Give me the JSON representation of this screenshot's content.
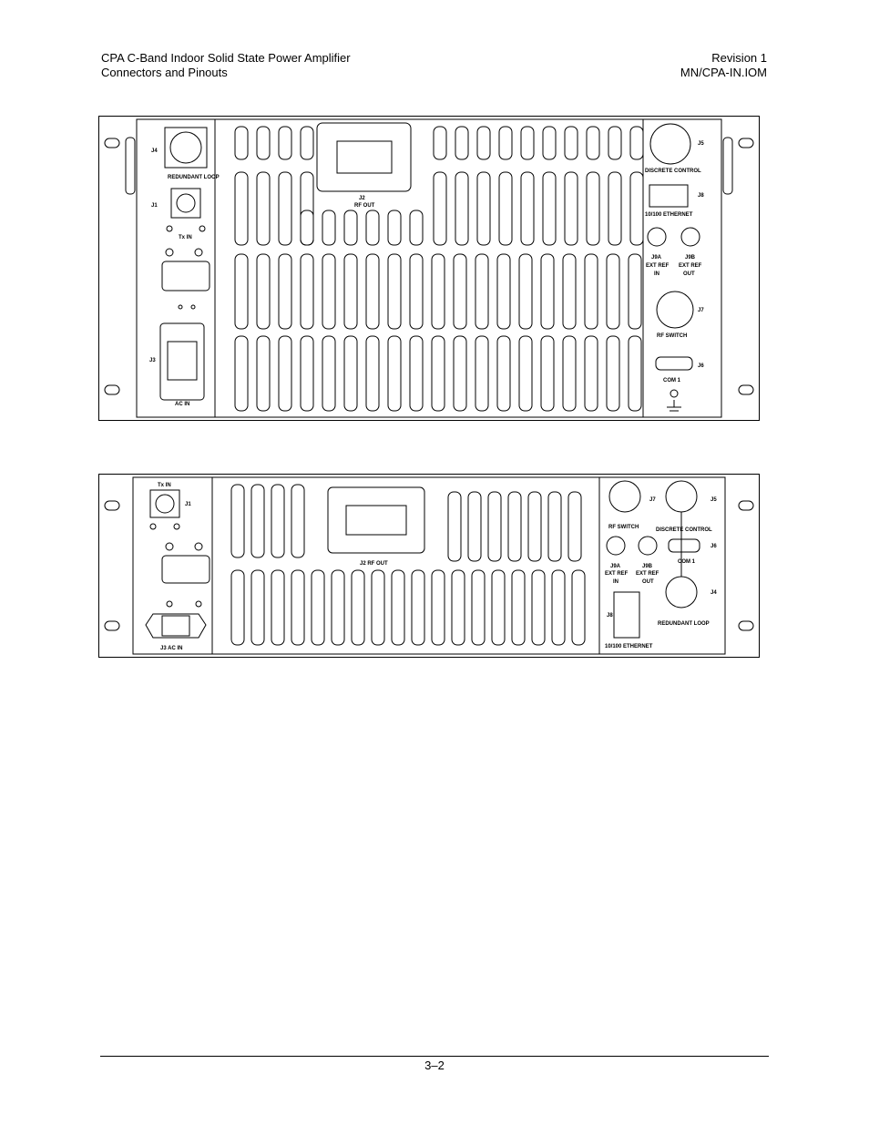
{
  "header": {
    "title": "CPA C-Band Indoor Solid State Power Amplifier",
    "subtitle": "Connectors and Pinouts",
    "revision": "Revision 1",
    "doc_number": "MN/CPA-IN.IOM"
  },
  "figure1": {
    "labels": {
      "j4": "J4",
      "redundant_loop": "REDUNDANT LOOP",
      "j1": "J1",
      "tx_in": "Tx IN",
      "j3": "J3",
      "ac_in": "AC IN",
      "j2": "J2",
      "rf_out": "RF OUT",
      "discrete_control": "DISCRETE CONTROL",
      "j5": "J5",
      "j8": "J8",
      "ethernet": "10/100 ETHERNET",
      "j9a": "J9A",
      "j9b": "J9B",
      "ext_ref": "EXT REF",
      "in": "IN",
      "out": "OUT",
      "j7": "J7",
      "rf_switch": "RF SWITCH",
      "j6": "J6",
      "com1": "COM 1"
    }
  },
  "figure2": {
    "labels": {
      "tx_in": "Tx IN",
      "j1": "J1",
      "j3_ac_in": "J3   AC IN",
      "j2_rf_out": "J2   RF OUT",
      "rf_switch": "RF SWITCH",
      "j7": "J7",
      "j5": "J5",
      "discrete_control": "DISCRETE CONTROL",
      "j9a": "J9A",
      "j9b": "J9B",
      "ext_ref": "EXT REF",
      "in": "IN",
      "out": "OUT",
      "com1": "COM 1",
      "j6": "J6",
      "j4": "J4",
      "redundant_loop": "REDUNDANT LOOP",
      "j8": "J8",
      "ethernet": "10/100 ETHERNET"
    }
  },
  "footer": {
    "page_number": "3–2"
  }
}
